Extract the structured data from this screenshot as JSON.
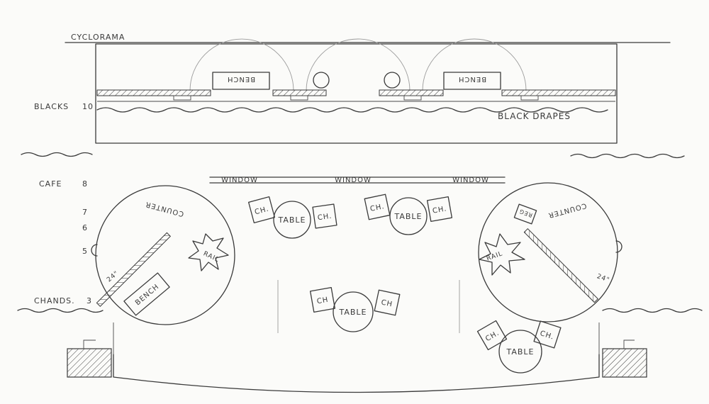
{
  "labels": {
    "cyclorama": "CYCLORAMA",
    "blacks": "BLACKS",
    "blacks_num": "10",
    "black_drapes": "BLACK DRAPES",
    "cafe": "CAFE",
    "cafe_num": "8",
    "mark7": "7",
    "mark6": "6",
    "mark5": "5",
    "chands": "CHANDS.",
    "chands_num": "3",
    "window": "WINDOW",
    "bench": "BENCH",
    "counter": "COUNTER",
    "table": "TABLE",
    "chair": "CH.",
    "chair_plain": "CH",
    "rail": "RAIL",
    "reg": "REG",
    "dim": "24\""
  },
  "colors": {
    "pencil": "#3a3a3a",
    "paper": "#fbfbf9",
    "faint": "#9a9a9a"
  }
}
